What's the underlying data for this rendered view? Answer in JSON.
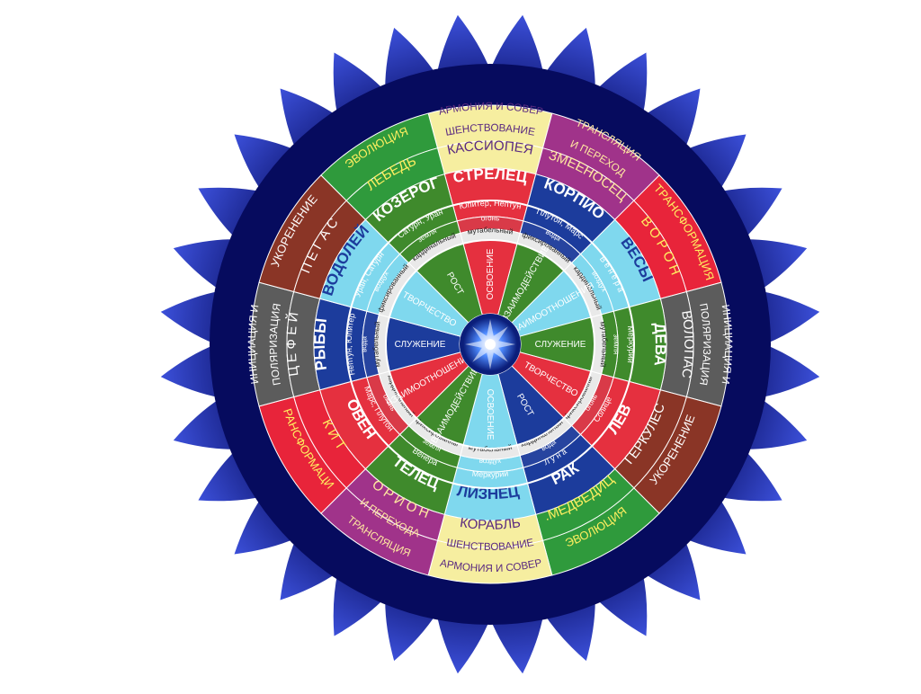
{
  "background_color": "#ffffff",
  "flower": {
    "petals": 32,
    "colors": {
      "dark": "#060b5e",
      "light": "#3b4fd8"
    }
  },
  "center": {
    "colors": {
      "core": "#ffffff",
      "mid": "#4f8cff",
      "edge": "#0b1e7a"
    }
  },
  "ring_outer": {
    "segments": [
      {
        "text": [
          "ГАРМОНИЯ И СОВЕР-",
          "ШЕНСТВОВАНИЕ"
        ],
        "color": "#f6eea0",
        "text_color": "#5a2a80"
      },
      {
        "text": [
          "ТРАНСЛЯЦИЯ",
          "И ПЕРЕХОД"
        ],
        "color": "#a0338a",
        "text_color": "#ffe8a0"
      },
      {
        "text": [
          "ТРАНСФОРМАЦИЯ"
        ],
        "color": "#e8243a",
        "text_color": "#ffef60"
      },
      {
        "text": [
          "ИНИЦИАЦИЯ И",
          "ПОЛЯРИЗАЦИЯ"
        ],
        "color": "#5c5c5c",
        "text_color": "#ffffff"
      },
      {
        "text": [
          "УКОРЕНЕНИЕ"
        ],
        "color": "#8a3526",
        "text_color": "#ffffff"
      },
      {
        "text": [
          "ЭВОЛЮЦИЯ"
        ],
        "color": "#2f9a3c",
        "text_color": "#ffef60"
      },
      {
        "text": [
          "ГАРМОНИЯ И СОВЕР-",
          "ШЕНСТВОВАНИЕ"
        ],
        "color": "#f6eea0",
        "text_color": "#5a2a80"
      },
      {
        "text": [
          "ТРАНСЛЯЦИЯ",
          "И ПЕРЕХОДА"
        ],
        "color": "#a0338a",
        "text_color": "#ffe8a0"
      },
      {
        "text": [
          "ТРАНСФОРМАЦИЯ"
        ],
        "color": "#e8243a",
        "text_color": "#ffef60"
      },
      {
        "text": [
          "ИНИЦИАЦИЯ И",
          "ПОЛЯРИЗАЦИЯ"
        ],
        "color": "#5c5c5c",
        "text_color": "#ffffff"
      },
      {
        "text": [
          "УКОРЕНЕНИЕ"
        ],
        "color": "#8a3526",
        "text_color": "#ffffff"
      },
      {
        "text": [
          "ЭВОЛЮЦИЯ"
        ],
        "color": "#2f9a3c",
        "text_color": "#ffef60"
      }
    ]
  },
  "ring_constellations": {
    "segments": [
      {
        "text": "КАССИОПЕЯ",
        "color": "#f6eea0",
        "text_color": "#5a2a80"
      },
      {
        "text": "ЗМЕЕНОСЕЦ",
        "color": "#a0338a",
        "text_color": "#ffe8a0"
      },
      {
        "text": "В О Р О Н",
        "color": "#e8243a",
        "text_color": "#ffef60"
      },
      {
        "text": "ВОЛОПАС",
        "color": "#5c5c5c",
        "text_color": "#ffffff"
      },
      {
        "text": "ГЕРКУЛЕС",
        "color": "#8a3526",
        "text_color": "#ffffff"
      },
      {
        "text": "Б.МЕДВЕДИЦА",
        "color": "#2f9a3c",
        "text_color": "#ffef60"
      },
      {
        "text": "КОРАБЛЬ",
        "color": "#f6eea0",
        "text_color": "#5a2a80"
      },
      {
        "text": "О Р И О Н",
        "color": "#a0338a",
        "text_color": "#ffe8a0"
      },
      {
        "text": "К И Т",
        "color": "#e8243a",
        "text_color": "#ffef60"
      },
      {
        "text": "Ц Е Ф Е Й",
        "color": "#5c5c5c",
        "text_color": "#ffffff"
      },
      {
        "text": "П Е Г А С",
        "color": "#8a3526",
        "text_color": "#ffffff"
      },
      {
        "text": "ЛЕБЕДЬ",
        "color": "#2f9a3c",
        "text_color": "#ffef60"
      }
    ]
  },
  "ring_zodiac": {
    "segments": [
      {
        "text": "СТРЕЛЕЦ",
        "color": "#e5303f",
        "text_color": "#ffffff"
      },
      {
        "text": "СКОРПИОН",
        "color": "#1c3c9c",
        "text_color": "#ffffff"
      },
      {
        "text": "ВЕСЫ",
        "color": "#7fd8ee",
        "text_color": "#1c3c9c"
      },
      {
        "text": "ДЕВА",
        "color": "#3f8a2c",
        "text_color": "#ffffff"
      },
      {
        "text": "ЛЕВ",
        "color": "#e5303f",
        "text_color": "#ffffff"
      },
      {
        "text": "РАК",
        "color": "#1c3c9c",
        "text_color": "#ffffff"
      },
      {
        "text": "БЛИЗНЕЦЫ",
        "color": "#7fd8ee",
        "text_color": "#1c3c9c"
      },
      {
        "text": "ТЕЛЕЦ",
        "color": "#3f8a2c",
        "text_color": "#ffffff"
      },
      {
        "text": "ОВЕН",
        "color": "#e5303f",
        "text_color": "#ffffff"
      },
      {
        "text": "РЫБЫ",
        "color": "#1c3c9c",
        "text_color": "#ffffff"
      },
      {
        "text": "ВОДОЛЕЙ",
        "color": "#7fd8ee",
        "text_color": "#1c3c9c"
      },
      {
        "text": "КОЗЕРОГ",
        "color": "#3f8a2c",
        "text_color": "#ffffff"
      }
    ]
  },
  "ring_planets": {
    "segments": [
      {
        "text": "Юпитер, Нептун",
        "color": "#e5303f"
      },
      {
        "text": "Плутон, Марс",
        "color": "#1c3c9c"
      },
      {
        "text": "В е н е р а",
        "color": "#7fd8ee"
      },
      {
        "text": "Меркурий",
        "color": "#3f8a2c"
      },
      {
        "text": "Солнце",
        "color": "#e5303f"
      },
      {
        "text": "Л у н а",
        "color": "#1c3c9c"
      },
      {
        "text": "Меркурий",
        "color": "#7fd8ee"
      },
      {
        "text": "Венера",
        "color": "#3f8a2c"
      },
      {
        "text": "Марс, Плутон",
        "color": "#e5303f"
      },
      {
        "text": "Нептун, Юпитер",
        "color": "#1c3c9c"
      },
      {
        "text": "Уран, Сатурн",
        "color": "#7fd8ee"
      },
      {
        "text": "Сатурн, Уран",
        "color": "#3f8a2c"
      }
    ]
  },
  "ring_elements": {
    "segments": [
      {
        "text": "огонь",
        "color": "#d93a48"
      },
      {
        "text": "вода",
        "color": "#27449f"
      },
      {
        "text": "воздух",
        "color": "#7fd8ee"
      },
      {
        "text": "земля",
        "color": "#3f8a2c"
      },
      {
        "text": "огонь",
        "color": "#d93a48"
      },
      {
        "text": "вода",
        "color": "#27449f"
      },
      {
        "text": "воздух",
        "color": "#7fd8ee"
      },
      {
        "text": "земля",
        "color": "#3f8a2c"
      },
      {
        "text": "огонь",
        "color": "#d93a48"
      },
      {
        "text": "вода",
        "color": "#27449f"
      },
      {
        "text": "воздух",
        "color": "#7fd8ee"
      },
      {
        "text": "земля",
        "color": "#3f8a2c"
      }
    ]
  },
  "ring_modes": {
    "segments": [
      {
        "text": "мутабельный"
      },
      {
        "text": "фиксированный"
      },
      {
        "text": "кардинальный"
      },
      {
        "text": "мутабельный"
      },
      {
        "text": "фиксированный"
      },
      {
        "text": "кардинальный"
      },
      {
        "text": "мутабельный"
      },
      {
        "text": "фиксированный"
      },
      {
        "text": "кардинальный"
      },
      {
        "text": "мутабельный"
      },
      {
        "text": "фиксированный"
      },
      {
        "text": "кардинальный"
      }
    ]
  },
  "ring_inner": {
    "segments": [
      {
        "text": "ОСВОЕНИЕ",
        "color": "#e5303f"
      },
      {
        "text": "ВЗАИМОДЕЙСТВИЕ",
        "color": "#3f8a2c"
      },
      {
        "text": "ВЗАИМООТНОШЕНИЯ",
        "color": "#7fd8ee"
      },
      {
        "text": "СЛУЖЕНИЕ",
        "color": "#3f8a2c"
      },
      {
        "text": "ТВОРЧЕСТВО",
        "color": "#e5303f"
      },
      {
        "text": "РОСТ",
        "color": "#1c3c9c"
      },
      {
        "text": "ОСВОЕНИЕ",
        "color": "#7fd8ee"
      },
      {
        "text": "ВЗАИМОДЕЙСТВИЕ",
        "color": "#3f8a2c"
      },
      {
        "text": "ВЗАИМООТНОШЕНИЯ",
        "color": "#e5303f"
      },
      {
        "text": "СЛУЖЕНИЕ",
        "color": "#1c3c9c"
      },
      {
        "text": "ТВОРЧЕСТВО",
        "color": "#7fd8ee"
      },
      {
        "text": "РОСТ",
        "color": "#3f8a2c"
      }
    ]
  }
}
